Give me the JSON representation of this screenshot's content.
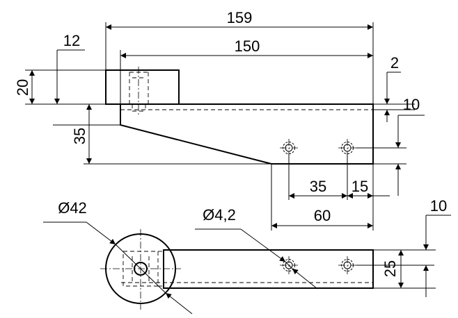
{
  "dimensions": {
    "overall_length": "159",
    "arm_length": "150",
    "cap_offset": "12",
    "cap_height": "20",
    "base_height": "35",
    "top_offset": "2",
    "hole_edge_offset": "10",
    "hole_pitch": "35",
    "hole_end_offset": "15",
    "hole_span": "60",
    "base_diameter": "Ø42",
    "hole_diameter": "Ø4,2",
    "plan_offset": "10",
    "plan_width": "25"
  }
}
